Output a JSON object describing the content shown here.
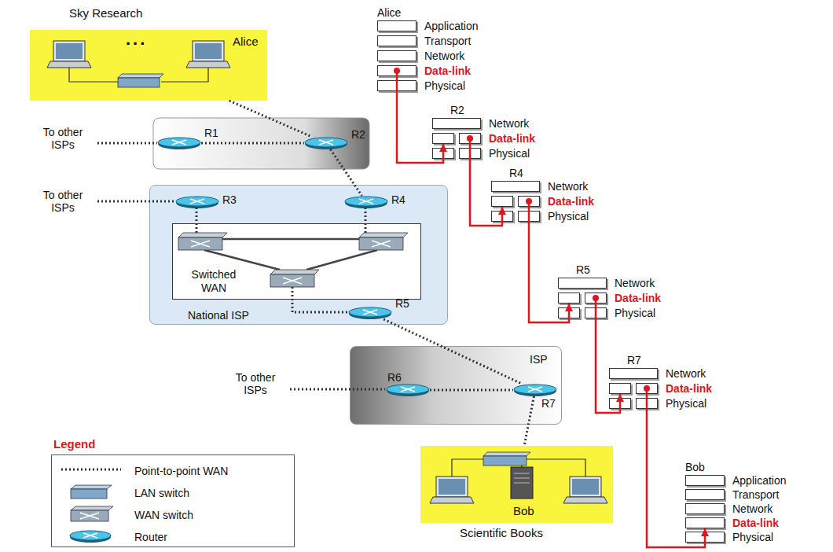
{
  "diagram": {
    "nodes": [
      {
        "text": [
          "Sky Research",
          "Alice"
        ]
      },
      {
        "text": [
          "R1"
        ]
      },
      {
        "text": [
          "R2"
        ]
      },
      {
        "text": [
          "National ISP"
        ]
      },
      {
        "text": [
          "R3"
        ],
        "in": 3
      },
      {
        "text": [
          "R4"
        ],
        "in": 3
      },
      {
        "text": [
          "Switched WAN"
        ],
        "in": 3
      },
      {
        "text": [
          "R5"
        ],
        "in": 3
      },
      {
        "text": [
          "ISP"
        ]
      },
      {
        "text": [
          "R6"
        ],
        "in": 8
      },
      {
        "text": [
          "R7"
        ],
        "in": 8
      },
      {
        "text": [
          "Bob",
          "Scientific Books"
        ]
      },
      {
        "text": [
          "Alice"
        ]
      },
      {
        "text": [
          "Application"
        ],
        "in": 12
      },
      {
        "text": [
          "Transport"
        ],
        "in": 12
      },
      {
        "text": [
          "Network"
        ],
        "in": 12
      },
      {
        "text": [
          "Data-link"
        ],
        "in": 12
      },
      {
        "text": [
          "Physical"
        ],
        "in": 12
      },
      {
        "text": [
          "R2"
        ]
      },
      {
        "text": [
          "Network"
        ],
        "in": 18
      },
      {
        "text": [
          "Data-link"
        ],
        "in": 18
      },
      {
        "text": [
          "Physical"
        ],
        "in": 18
      },
      {
        "text": [
          "R4"
        ]
      },
      {
        "text": [
          "Network"
        ],
        "in": 22
      },
      {
        "text": [
          "Data-link"
        ],
        "in": 22
      },
      {
        "text": [
          "Physical"
        ],
        "in": 22
      },
      {
        "text": [
          "R5"
        ]
      },
      {
        "text": [
          "Network"
        ],
        "in": 26
      },
      {
        "text": [
          "Data-link"
        ],
        "in": 26
      },
      {
        "text": [
          "Physical"
        ],
        "in": 26
      },
      {
        "text": [
          "R7"
        ]
      },
      {
        "text": [
          "Network"
        ],
        "in": 30
      },
      {
        "text": [
          "Data-link"
        ],
        "in": 30
      },
      {
        "text": [
          "Physical"
        ],
        "in": 30
      },
      {
        "text": [
          "Bob"
        ]
      },
      {
        "text": [
          "Application"
        ],
        "in": 34
      },
      {
        "text": [
          "Transport"
        ],
        "in": 34
      },
      {
        "text": [
          "Network"
        ],
        "in": 34
      },
      {
        "text": [
          "Data-link"
        ],
        "in": 34
      },
      {
        "text": [
          "Physical"
        ],
        "in": 34
      }
    ],
    "edges": [
      {
        "from": 0,
        "to": 2,
        "arrow": "none"
      },
      {
        "from": 1,
        "to": 2,
        "arrow": "none"
      },
      {
        "from": 2,
        "to": 5,
        "arrow": "none"
      },
      {
        "from": 7,
        "to": 10,
        "arrow": "none"
      },
      {
        "from": 9,
        "to": 10,
        "arrow": "none"
      },
      {
        "from": 10,
        "to": 11,
        "arrow": "none"
      },
      {
        "from": 16,
        "to": 20,
        "arrow": "to"
      },
      {
        "from": 20,
        "to": 24,
        "arrow": "to"
      },
      {
        "from": 24,
        "to": 28,
        "arrow": "to"
      },
      {
        "from": 28,
        "to": 32,
        "arrow": "to"
      },
      {
        "from": 32,
        "to": 38,
        "arrow": "to"
      }
    ],
    "labels": [
      "...",
      "To other ISPs",
      "To other ISPs",
      "To other ISPs",
      "Legend"
    ],
    "legend": [
      {
        "text": "Point-to-point WAN"
      },
      {
        "text": "LAN switch"
      },
      {
        "text": "WAN switch"
      },
      {
        "text": "Router"
      }
    ]
  }
}
